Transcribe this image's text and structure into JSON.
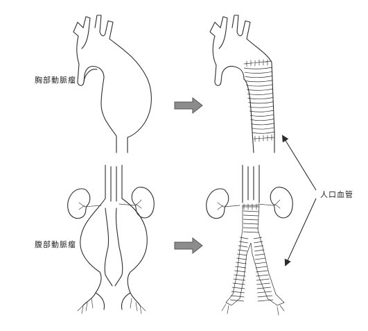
{
  "labels": {
    "thoracic": "胸部動脈瘤",
    "abdominal": "腹部動脈瘤",
    "graft": "人口血管"
  },
  "colors": {
    "line": "#2b2b2b",
    "arrow_fill": "#8c8c8c",
    "background": "#ffffff"
  },
  "icons": {
    "process_arrow": "right-block-arrow",
    "pointer_arrow": "double-headed-arrow"
  }
}
